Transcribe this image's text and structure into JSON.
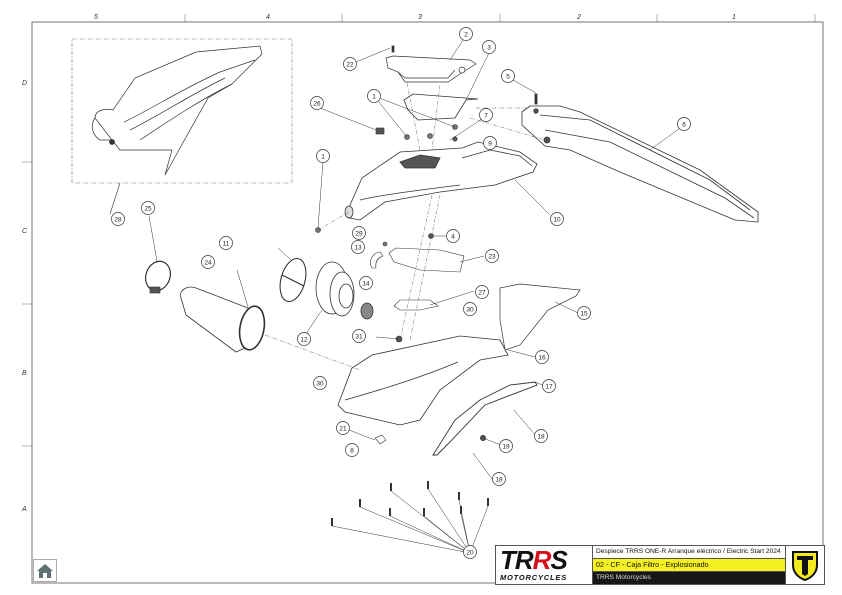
{
  "document": {
    "title": "Despiece TRRS ONE-R  Arranque eléctrico / Electric Start 2024",
    "section": "02 - CF - Caja Filtro - Explosionado",
    "company": "TRRS Motorcycles",
    "brand_logo_text": {
      "part1": "TR",
      "part2": "R",
      "part3": "S"
    },
    "brand_tagline": "MOTORCYCLES"
  },
  "grid": {
    "columns": [
      "5",
      "4",
      "3",
      "2",
      "1"
    ],
    "rows": [
      "D",
      "C",
      "B",
      "A"
    ]
  },
  "colors": {
    "title_highlight": "#f5f020",
    "title_dark": "#161616",
    "brand_red": "#d6101a",
    "emblem_yellow": "#f2ea1c"
  },
  "icons": {
    "home": "home-icon",
    "emblem": "trrs-shield-emblem-icon"
  },
  "parts": [
    {
      "id": "1"
    },
    {
      "id": "1b",
      "label": "1"
    },
    {
      "id": "2"
    },
    {
      "id": "3"
    },
    {
      "id": "4"
    },
    {
      "id": "5"
    },
    {
      "id": "6"
    },
    {
      "id": "7"
    },
    {
      "id": "8"
    },
    {
      "id": "9"
    },
    {
      "id": "10"
    },
    {
      "id": "11"
    },
    {
      "id": "12"
    },
    {
      "id": "13"
    },
    {
      "id": "14"
    },
    {
      "id": "15"
    },
    {
      "id": "16"
    },
    {
      "id": "17"
    },
    {
      "id": "18"
    },
    {
      "id": "18b",
      "label": "18"
    },
    {
      "id": "19"
    },
    {
      "id": "20"
    },
    {
      "id": "21"
    },
    {
      "id": "22"
    },
    {
      "id": "23"
    },
    {
      "id": "24"
    },
    {
      "id": "25"
    },
    {
      "id": "26"
    },
    {
      "id": "27"
    },
    {
      "id": "28"
    },
    {
      "id": "29"
    },
    {
      "id": "30"
    },
    {
      "id": "30b",
      "label": "30"
    },
    {
      "id": "31"
    }
  ]
}
